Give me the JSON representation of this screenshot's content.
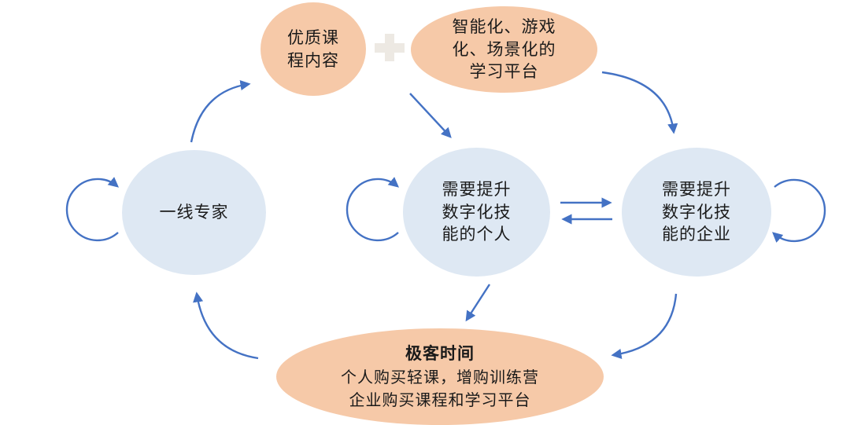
{
  "colors": {
    "orange_fill": "#F6C9A8",
    "blue_fill": "#DEE8F3",
    "arrow_blue": "#4472C4",
    "text": "#1A1A1A",
    "plus_bg": "#FFFFFF",
    "plus_glyph": "#EDE9E3"
  },
  "nodes": {
    "course": {
      "label": "优质课\n程内容"
    },
    "platform": {
      "label": "智能化、游戏\n化、场景化的\n学习平台"
    },
    "expert": {
      "label": "一线专家"
    },
    "individual": {
      "label": "需要提升\n数字化技\n能的个人"
    },
    "enterprise": {
      "label": "需要提升\n数字化技\n能的企业"
    },
    "geektime": {
      "title": "极客时间",
      "subtitle": "个人购买轻课，增购训练营\n企业购买课程和学习平台"
    }
  },
  "operator": {
    "plus": "+"
  }
}
